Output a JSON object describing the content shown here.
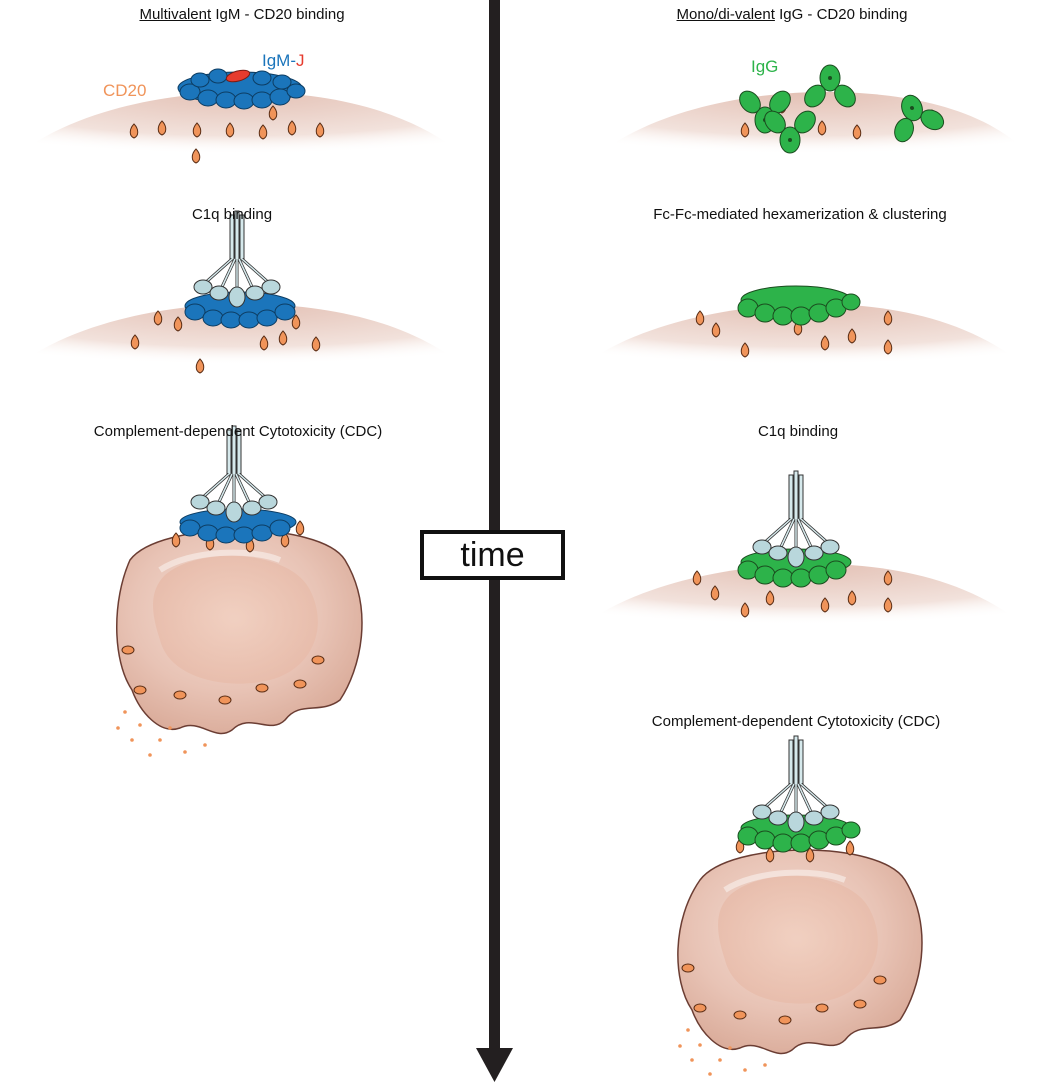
{
  "left": {
    "title_underlined": "Multivalent",
    "title_rest": " IgM - CD20 binding",
    "label_cd20": "CD20",
    "label_igm": "IgM",
    "label_dash": "-",
    "label_j": "J",
    "step2_title": "C1q binding",
    "step3_title": "Complement-dependent Cytotoxicity (CDC)"
  },
  "right": {
    "title_underlined": "Mono/di-valent",
    "title_rest": " IgG - CD20 binding",
    "label_igg": "IgG",
    "step2_title": "Fc-Fc-mediated hexamerization & clustering",
    "step3_title": "C1q binding",
    "step4_title": "Complement-dependent Cytotoxicity (CDC)"
  },
  "axis": {
    "label": "time"
  },
  "colors": {
    "igm_blue": "#1b75bb",
    "igg_green": "#2db34a",
    "cd20_orange": "#f0945a",
    "j_chain_red": "#e63b2e",
    "cell_pink": "#e8c8bd",
    "c1q_blue": "#b9d7dc",
    "arrow": "#231f20"
  }
}
